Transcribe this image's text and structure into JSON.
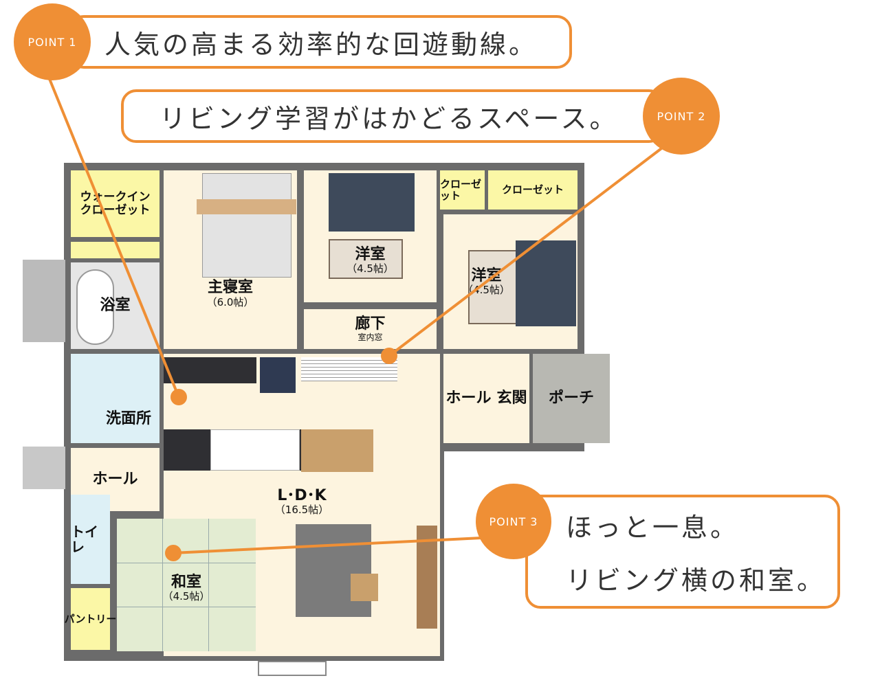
{
  "points": [
    {
      "badge": "POINT 1",
      "text": "人気の高まる効率的な回遊動線。"
    },
    {
      "badge": "POINT 2",
      "text": "リビング学習がはかどるスペース。"
    },
    {
      "badge": "POINT 3",
      "line1": "ほっと一息。",
      "line2": "リビング横の和室。"
    }
  ],
  "rooms": {
    "walkin": "ウォークイン\nクローゼット",
    "bath": "浴室",
    "master": "主寝室",
    "master_size": "（6.0帖）",
    "western1": "洋室",
    "western1_size": "（4.5帖）",
    "closet1": "クローゼット",
    "closet2": "クローゼット",
    "western2": "洋室",
    "western2_size": "（4.5帖）",
    "corridor": "廊下",
    "indoor_window": "室内窓",
    "washroom": "洗面所",
    "hall_entry": "ホール",
    "entrance": "玄関",
    "porch": "ポーチ",
    "hall": "ホール",
    "toilet": "トイレ",
    "pantry": "パントリー",
    "ldk": "L･D･K",
    "ldk_size": "（16.5帖）",
    "washitsu": "和室",
    "washitsu_size": "（4.5帖）"
  },
  "colors": {
    "accent": "#ef8f35"
  }
}
